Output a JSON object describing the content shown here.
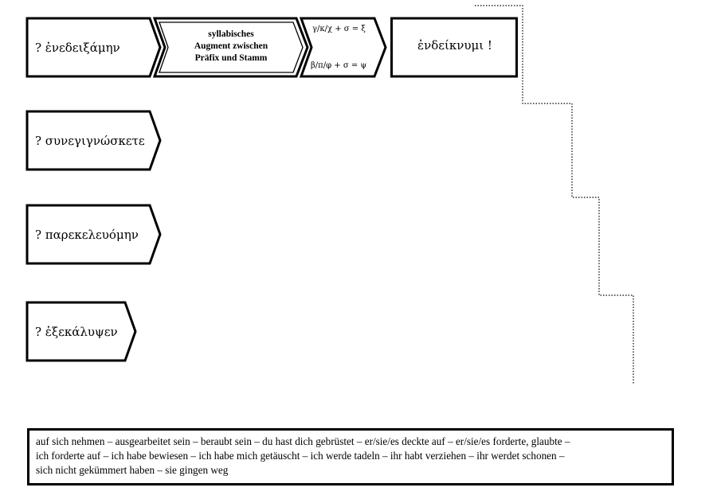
{
  "exercises": [
    {
      "prompt": "? ἐνεδειξάμην"
    },
    {
      "prompt": "? συνεγιγνώσκετε"
    },
    {
      "prompt": "? παρεκελευόμην"
    },
    {
      "prompt": "? ἐξεκάλυψεν"
    }
  ],
  "steps": {
    "augment_note": [
      "syllabisches",
      "Augment zwischen",
      "Präfix und Stamm"
    ],
    "sigma_rules": [
      "γ/κ/χ + σ  = ξ",
      "β/π/φ + σ = ψ"
    ],
    "answer": "ἐνδείκνυμι !"
  },
  "word_bank": {
    "lines": [
      "auf sich nehmen – ausgearbeitet sein – beraubt sein – du hast dich gebrüstet – er/sie/es deckte auf – er/sie/es forderte, glaubte –",
      "ich forderte auf – ich habe bewiesen – ich habe mich getäuscht – ich werde tadeln – ihr habt verziehen – ihr werdet schonen –",
      "sich nicht gekümmert haben – sie gingen weg"
    ]
  }
}
